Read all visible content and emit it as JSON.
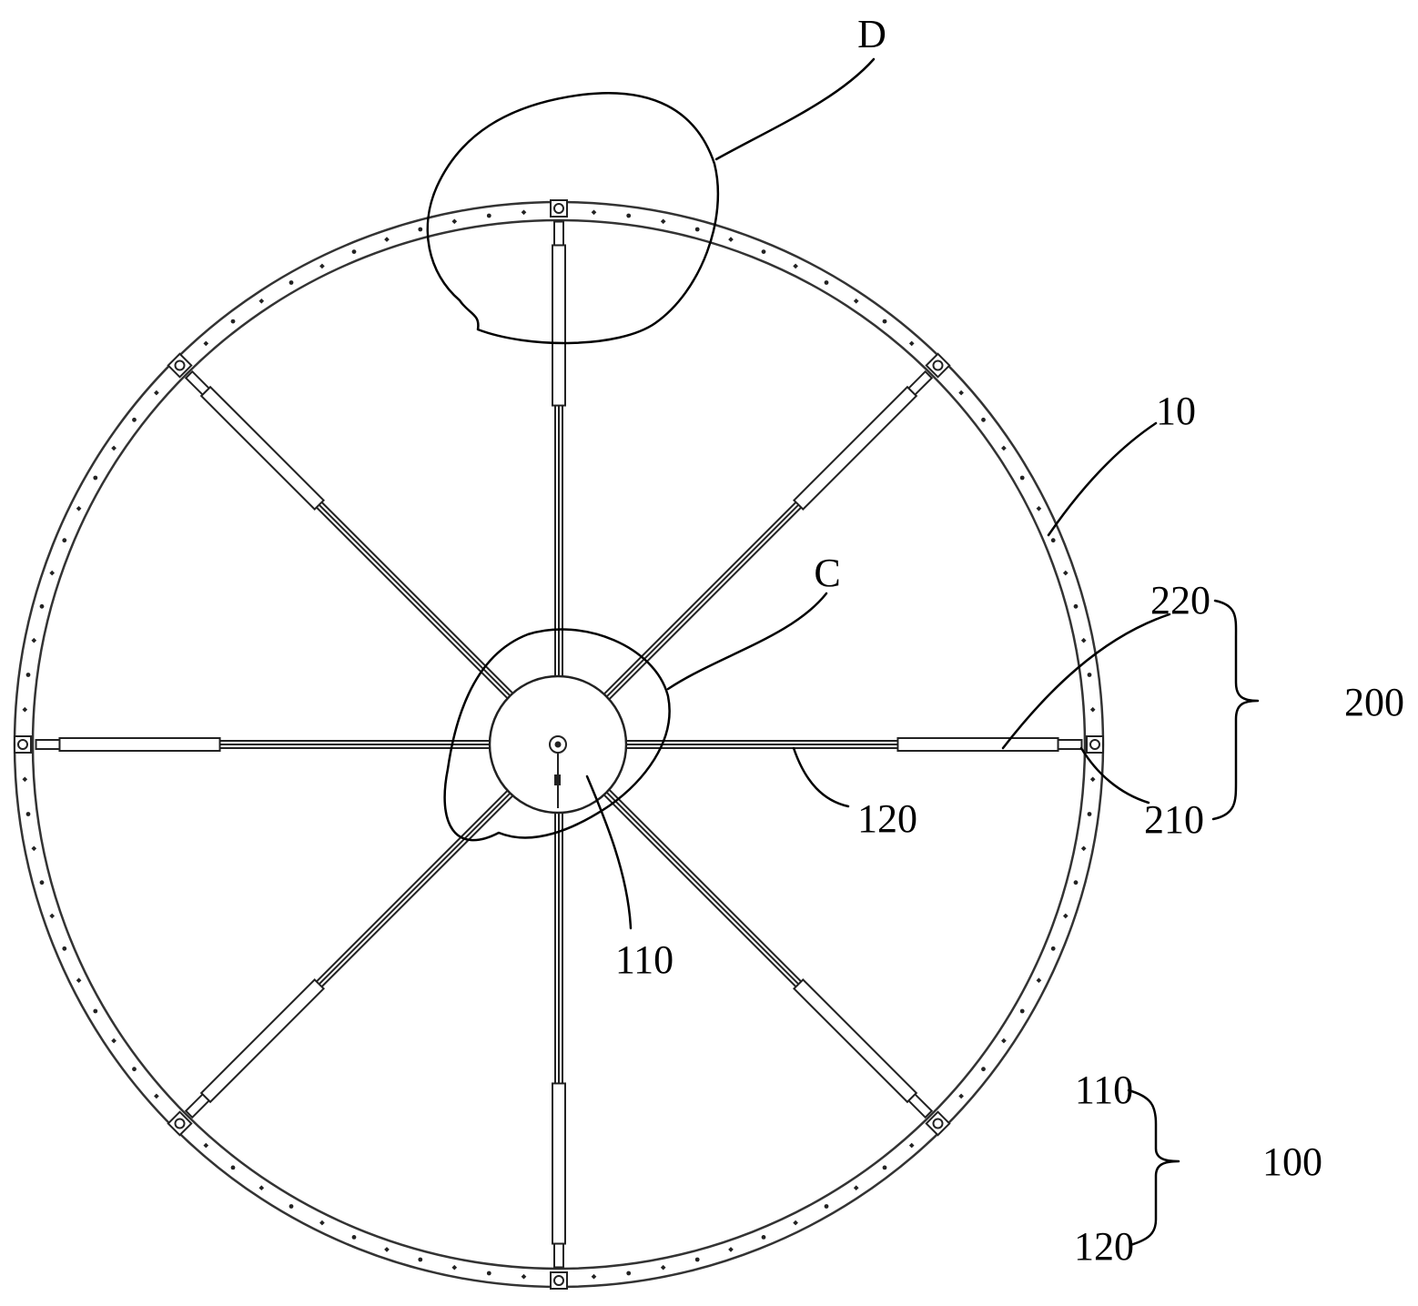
{
  "figure": {
    "labels": {
      "D": "D",
      "C": "C",
      "ring": "10",
      "telescopic_group": "200",
      "inner_tube": "220",
      "end_joint": "210",
      "spoke": "120",
      "hub": "110",
      "assembly": "100",
      "assembly_hub": "110",
      "assembly_spoke": "120"
    },
    "spoke_count": 8
  }
}
